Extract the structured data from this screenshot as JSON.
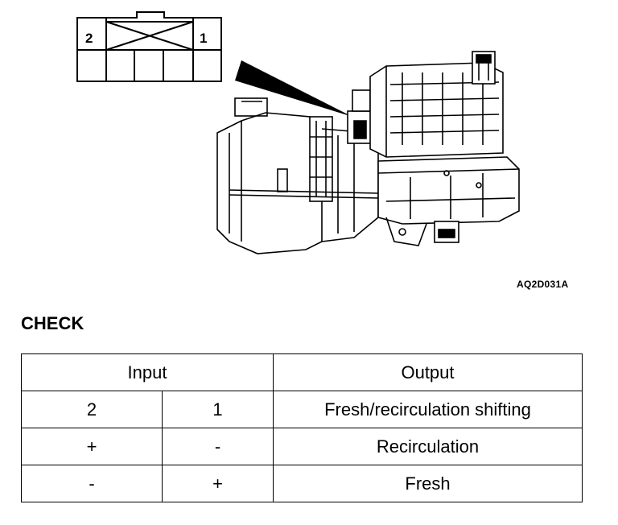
{
  "connector": {
    "pin_left": "2",
    "pin_right": "1"
  },
  "figure_code": "AQ2D031A",
  "check": {
    "title": "CHECK",
    "headers": {
      "input": "Input",
      "output": "Output"
    },
    "rows": [
      {
        "pin2": "2",
        "pin1": "1",
        "output": "Fresh/recirculation shifting"
      },
      {
        "pin2": "+",
        "pin1": "-",
        "output": "Recirculation"
      },
      {
        "pin2": "-",
        "pin1": "+",
        "output": "Fresh"
      }
    ]
  }
}
